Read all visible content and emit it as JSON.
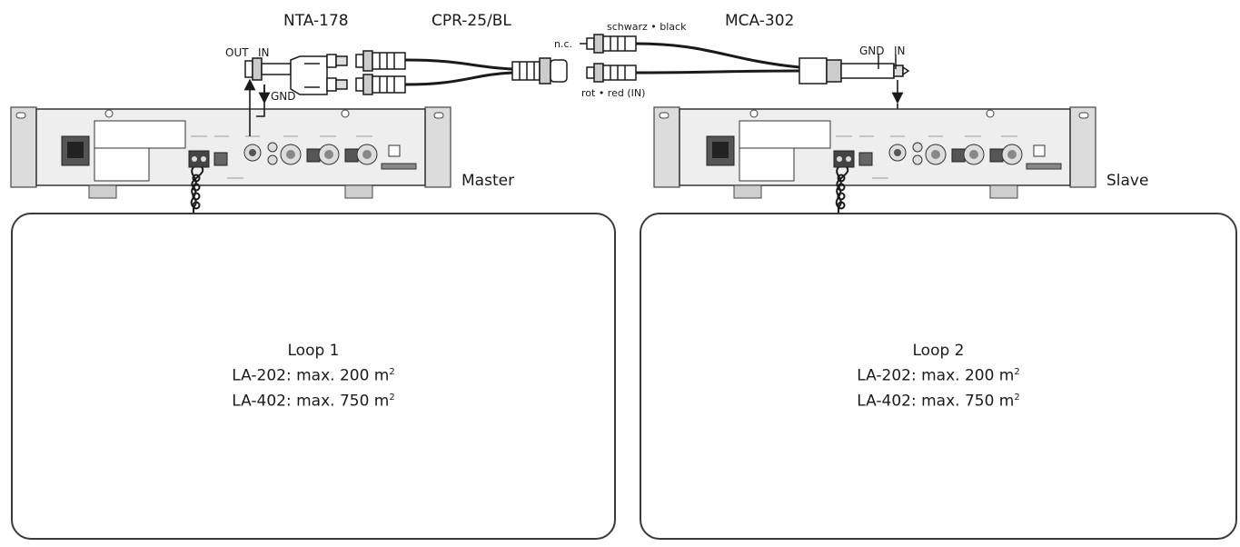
{
  "labels": {
    "nta": "NTA-178",
    "cpr": "CPR-25/BL",
    "mca": "MCA-302",
    "out": "OUT",
    "in_left": "IN",
    "gnd_left": "GND",
    "gnd_right": "GND",
    "in_right": "IN",
    "nc": "n.c.",
    "black": "schwarz • black",
    "red": "rot • red  (IN)",
    "master": "Master",
    "slave": "Slave"
  },
  "loops": [
    {
      "title": "Loop 1",
      "line1": "LA-202: max. 200 m",
      "line2": "LA-402: max. 750 m",
      "unit_exp": "2"
    },
    {
      "title": "Loop 2",
      "line1": "LA-202: max. 200 m",
      "line2": "LA-402: max. 750 m",
      "unit_exp": "2"
    }
  ]
}
